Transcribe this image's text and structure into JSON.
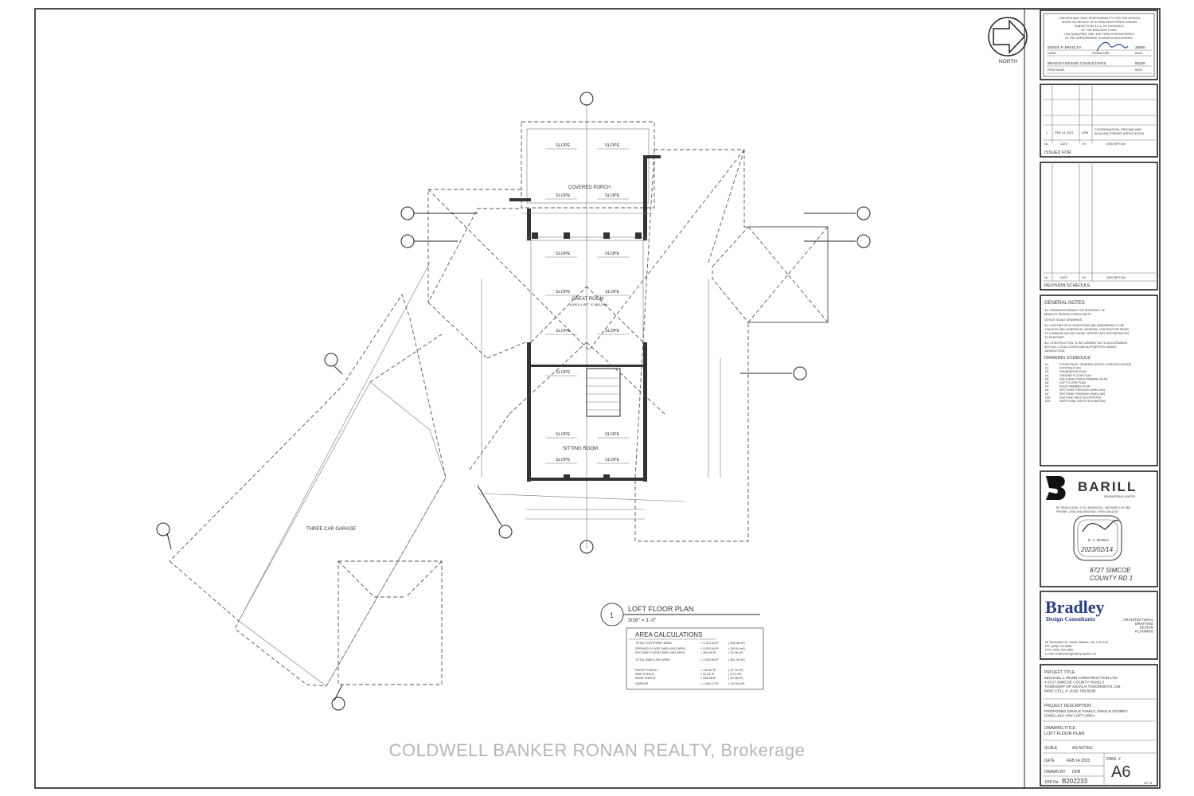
{
  "north": {
    "label": "NORTH"
  },
  "cert": {
    "text": [
      "I REVIEW AND TAKE RESPONSIBILITY FOR THE DESIGN",
      "WORK ON BEHALF OF A FIRM REGISTERED UNDER",
      "SUBSECTION 3.2.4. OF DIVISION C",
      "OF THE BUILDING CODE.",
      "I AM QUALIFIED, AND THE FIRM IS REGISTERED,",
      "IN THE APPROPRIATE CLASSES/CATEGORIES."
    ],
    "name": "DEREK P. BRADLEY",
    "bcin": "28685",
    "name_label": "NAME",
    "sig_label": "SIGNATURE",
    "bcin_label": "BCIN",
    "firm": "BRADLEY DESIGN CONSULTANTS",
    "firm_bcin": "50326",
    "firm_label": "FIRM NAME"
  },
  "issued": {
    "row": {
      "no": "1",
      "date": "FEB 14 2023",
      "by": "DPB",
      "desc1": "COORDINATION, PRICING AND",
      "desc2": "BUILDING PERMIT APPLICATION"
    },
    "cols": [
      "No.",
      "DATE",
      "BY",
      "DESCRIPTION"
    ],
    "title": "ISSUED FOR"
  },
  "revision": {
    "cols": [
      "No.",
      "DATE",
      "BY",
      "DESCRIPTION"
    ],
    "title": "REVISION SCHEDULE"
  },
  "notes": {
    "title": "GENERAL NOTES",
    "lines": [
      "ALL DRAWINGS REMAIN THE PROPERTY OF",
      "BRADLEY DESIGN CONSULTANTS",
      "DO NOT SCALE DRAWINGS",
      "ALL EXISTING SITE CONDITIONS AND DIMENSIONS TO BE",
      "CHECKED AND VERIFIED BY GENERAL CONTRACTOR PRIOR",
      "TO COMMENCING ANY WORK. REPORT ANY DISCREPANCIES",
      "TO DESIGNER.",
      "ALL CONSTRUCTION TO BE CARRIED OUT IN ACCORDANCE",
      "WITH ALL LOCAL CODES AND AUTHORITIES HAVING",
      "JURISDICTION."
    ],
    "schedule_title": "DRAWING SCHEDULE",
    "schedule": [
      [
        "A1",
        "COVER PAGE, GENERAL NOTES & SPECIFICATIONS"
      ],
      [
        "A2",
        "FOOTING PLAN"
      ],
      [
        "A3",
        "FOUNDATION PLAN"
      ],
      [
        "A4",
        "GROUND FLOOR PLAN"
      ],
      [
        "A5",
        "DECK AND PORCH FRAMING PLAN"
      ],
      [
        "A6",
        "LOFT FLOOR PLAN"
      ],
      [
        "A7",
        "ROOF FRAMING PLAN"
      ],
      [
        "A8",
        "SECTIONS THROUGH DWELLING"
      ],
      [
        "A9",
        "SECTIONS THROUGH DWELLING"
      ],
      [
        "A10",
        "EAST AND WEST ELEVATIONS"
      ],
      [
        "A11",
        "NORTH AND SOUTH ELEVATIONS"
      ]
    ]
  },
  "barill": {
    "name": "BARILL",
    "sub": "ENGINEERING LIMITED",
    "address": "50 TRAILS END, COLLINGWOOD, ONTARIO L9Y 5B2",
    "phone": "PHONE: (705) 445-4905  FAX: (705) 445-6187",
    "stamp_name": "D. A. BARILL",
    "stamp_date": "2023/02/14",
    "handwritten1": "8727 SIMCOE",
    "handwritten2": "COUNTY RD 1"
  },
  "bradley": {
    "name1": "Bradley",
    "name2": "Design Consultants",
    "services": [
      "ARCHITECTURAL",
      "DRAFTING",
      "DESIGN",
      "PLANNING"
    ],
    "contact": [
      "48 Tecumseth St. South, Beeton, ON, L0G 1A0",
      "PH: (905) 729-3986",
      "FAX: (905) 729-3982",
      "e-mail: bradleydesigns@sympatico.ca"
    ]
  },
  "project": {
    "title_label": "PROJECT TITLE",
    "title_lines": [
      "MICHAEL J. DUNN CONSTRUCTION LTD.",
      "# 8727 SIMCOE COUNTY ROAD 1",
      "TOWNSHIP OF ADJALA-TOSORONTO, ON.",
      "MIKE CELL #:  (416) 706-5638"
    ],
    "desc_label": "PROJECT DESCRIPTION",
    "desc_lines": [
      "PROPOSED SINGLE FAMILY, SINGLE STOREY",
      "DWELLING C/W LOFT AREA"
    ],
    "drawing_label": "DRAWING TITLE",
    "drawing_title": "LOFT FLOOR PLAN",
    "scale_label": "SCALE",
    "scale": "AS NOTED",
    "date_label": "DATE",
    "date": "FEB 14 2023",
    "dwg_label": "DWG. #",
    "dwg": "A6",
    "drawn_label": "DRAWN BY",
    "drawn": "DPB",
    "job_label": "JOB No.",
    "job": "B202233",
    "of": "OF 11"
  },
  "plan": {
    "number": "1",
    "title": "LOFT FLOOR PLAN",
    "scale": "3/16\" = 1'-0\"",
    "rooms": {
      "porch": "COVERED PORCH",
      "great": "GREAT ROOM",
      "great_sub": "(OPEN LOFT TO BELOW)",
      "sitting": "SITTING ROOM",
      "garage": "THREE CAR GARAGE"
    },
    "slope": "SLOPE"
  },
  "area": {
    "title": "AREA CALCULATIONS",
    "rows": [
      [
        "TOTAL FOOTPRINT AREA",
        "= 4,374.24 ft²",
        "( 406.38 m²)"
      ],
      [
        "GROUND FLOOR DWELLING AREA",
        "= 2,674.04 ft²",
        "( 248.51 m²)"
      ],
      [
        "SECOND FLOOR DWELLING AREA",
        "=   369.40 ft²",
        "(  33.05 m²)"
      ],
      [
        "TOTAL DWELLING AREA",
        "= 3,004.84 ft²",
        "( 281.40 m²)"
      ],
      [
        "FRONT PORCH",
        "=   136.87 ft²",
        "(  12.72 m²)"
      ],
      [
        "SIDE PORCH",
        "=    61.51 ft²",
        "(   5.71 m²)"
      ],
      [
        "REAR PORCH",
        "=   306.56 ft²",
        "(  28.48 m²)"
      ],
      [
        "GARAGE",
        "= 1,194.17 ft²",
        "( 110.94 m²)"
      ]
    ]
  },
  "watermark": "COLDWELL BANKER RONAN REALTY, Brokerage"
}
